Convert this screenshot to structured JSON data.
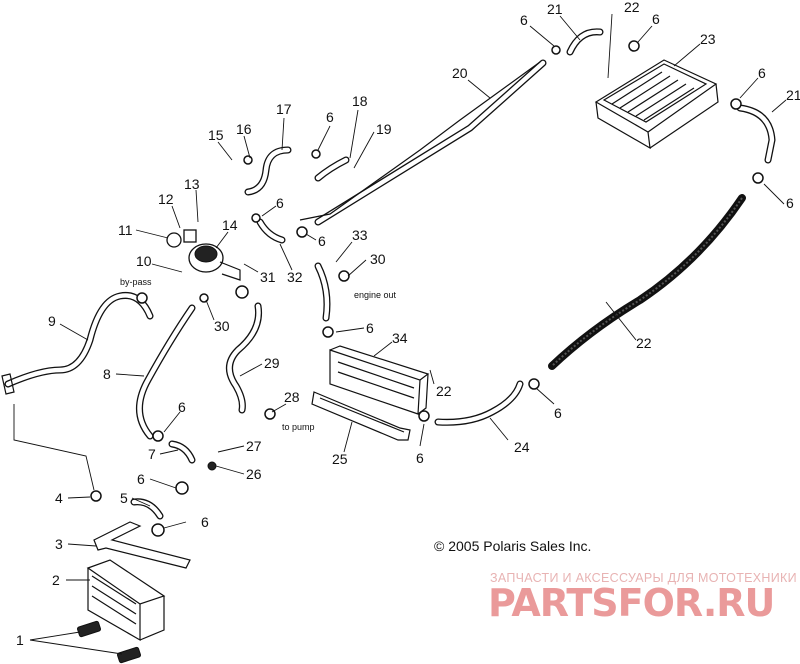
{
  "callouts": [
    "1",
    "2",
    "3",
    "4",
    "5",
    "6",
    "6",
    "6",
    "7",
    "8",
    "9",
    "10",
    "11",
    "12",
    "13",
    "14",
    "15",
    "16",
    "17",
    "6",
    "18",
    "19",
    "6",
    "6",
    "20",
    "6",
    "21",
    "22",
    "6",
    "23",
    "6",
    "21",
    "6",
    "31",
    "32",
    "33",
    "30",
    "30",
    "6",
    "34",
    "22",
    "22",
    "6",
    "29",
    "28",
    "27",
    "26",
    "25",
    "24",
    "6"
  ],
  "notes": {
    "bypass": "by-pass",
    "engine_out": "engine out",
    "to_pump": "to pump"
  },
  "copyright": "© 2005 Polaris Sales Inc.",
  "watermark": {
    "tagline": "ЗАПЧАСТИ И АКСЕССУАРЫ ДЛЯ МОТОТЕХНИКИ",
    "logo": "PARTSFOR.RU"
  }
}
